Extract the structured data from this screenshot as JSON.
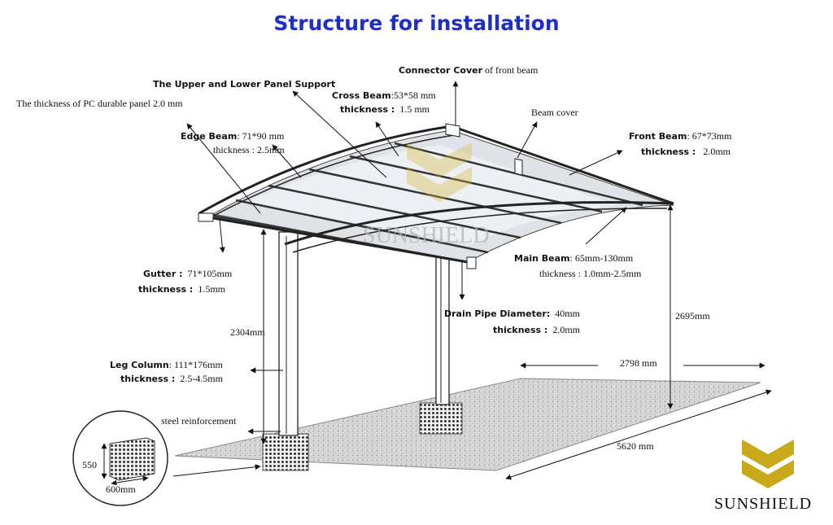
{
  "title": "Structure for installation",
  "brand": {
    "name": "SUNSHIELD",
    "watermark": "SUNSHIELD",
    "color": "#c9a91a"
  },
  "labels": {
    "pc_panel": "The thickness of PC durable panel 2.0 mm",
    "panel_support": "The Upper and Lower Panel Support",
    "cross_beam_name": "Cross Beam",
    "cross_beam_size": ":53*58 mm",
    "cross_beam_thk_label": "thickness :",
    "cross_beam_thk": "1.5 mm",
    "connector_cover_name": "Connector Cover",
    "connector_cover_rest": "of front beam",
    "beam_cover": "Beam cover",
    "edge_beam_name": "Edge Beam",
    "edge_beam_size": ": 71*90 mm",
    "edge_beam_thk": "thickness : 2.5mm",
    "front_beam_name": "Front Beam",
    "front_beam_size": ": 67*73mm",
    "front_beam_thk_label": "thickness :",
    "front_beam_thk": "2.0mm",
    "main_beam_name": "Main Beam",
    "main_beam_size": ": 65mm-130mm",
    "main_beam_thk": "thickness : 1.0mm-2.5mm",
    "gutter_name": "Gutter :",
    "gutter_size": "71*105mm",
    "gutter_thk_label": "thickness :",
    "gutter_thk": "1.5mm",
    "drain_name": "Drain Pipe Diameter:",
    "drain_size": "40mm",
    "drain_thk_label": "thickness :",
    "drain_thk": "2.0mm",
    "leg_name": "Leg Column",
    "leg_size": ": 111*176mm",
    "leg_thk_label": "thickness :",
    "leg_thk": "2.5-4.5mm",
    "steel": "steel reinforcement",
    "dim_height_back": "2304mm",
    "dim_height_front": "2695mm",
    "dim_width": "2798 mm",
    "dim_length": "5620 mm",
    "footing_h": "550",
    "footing_w": "600mm"
  }
}
